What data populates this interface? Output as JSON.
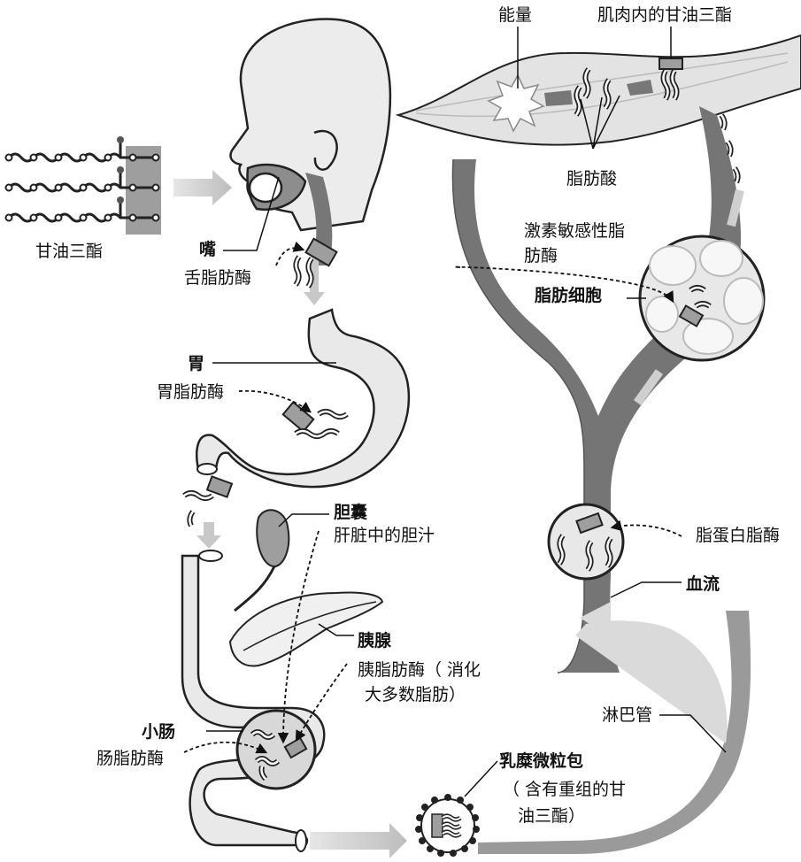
{
  "labels": {
    "energy": "能量",
    "muscle_tg": "肌肉内的甘油三酯",
    "fatty_acids": "脂肪酸",
    "triglyceride": "甘油三酯",
    "mouth": "嘴",
    "lingual_lipase": "舌脂肪酶",
    "hsl_line1": "激素敏感性脂",
    "hsl_line2": "肪酶",
    "adipocyte": "脂肪细胞",
    "stomach": "胃",
    "gastric_lipase": "胃脂肪酶",
    "gallbladder": "胆囊",
    "bile": "肝脏中的胆汁",
    "lpl": "脂蛋白脂酶",
    "bloodstream": "血流",
    "pancreas": "胰腺",
    "pancreatic_lipase_line1": "胰脂肪酶（ 消化",
    "pancreatic_lipase_line2": "大多数脂肪）",
    "lymph": "淋巴管",
    "small_intestine": "小肠",
    "intestinal_lipase": "肠脂肪酶",
    "chylomicron": "乳糜微粒包",
    "chylo_desc_line1": "（ 含有重组的甘",
    "chylo_desc_line2": "油三酯）"
  },
  "colors": {
    "vessel_dark": "#6f6f6f",
    "vessel_light": "#9a9a9a",
    "organ_fill": "#e9e9e9",
    "outline": "#222222",
    "arrow_gray": "#c8c8c8",
    "enzyme_fill": "#9e9e9e"
  }
}
